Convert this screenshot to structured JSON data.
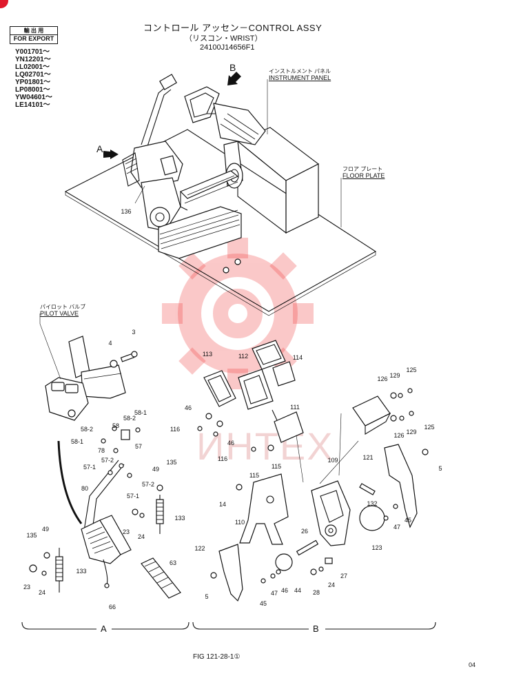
{
  "header": {
    "title": "コントロール アッセン－CONTROL ASSY",
    "subtitle": "（リスコン・WRIST）",
    "part_number": "24100J14656F1"
  },
  "stamp": {
    "jp": "輸 出 用",
    "en": "FOR EXPORT"
  },
  "serials": [
    "Y001701～",
    "YN12201～",
    "LL02001～",
    "LQ02701～",
    "YP01801～",
    "LP08001～",
    "YW04601～",
    "LE14101～"
  ],
  "labels": {
    "instrument_panel_jp": "インストルメント パネル",
    "instrument_panel_en": "INSTRUMENT PANEL",
    "floor_plate_jp": "フロア プレート",
    "floor_plate_en": "FLOOR PLATE",
    "pilot_valve_jp": "パイロット バルブ",
    "pilot_valve_en": "PILOT VALVE",
    "view_a": "A",
    "view_b": "B"
  },
  "sections": {
    "a": "A",
    "b": "B"
  },
  "parts": [
    {
      "id": "p136",
      "no": "136"
    },
    {
      "id": "p3",
      "no": "3"
    },
    {
      "id": "p4",
      "no": "4"
    },
    {
      "id": "p58_2a",
      "no": "58-2"
    },
    {
      "id": "p58",
      "no": "58"
    },
    {
      "id": "p58_1a",
      "no": "58-1"
    },
    {
      "id": "p58_2b",
      "no": "58-2"
    },
    {
      "id": "p78",
      "no": "78"
    },
    {
      "id": "p58_1b",
      "no": "58-1"
    },
    {
      "id": "p57",
      "no": "57"
    },
    {
      "id": "p57_2a",
      "no": "57-2"
    },
    {
      "id": "p57_1a",
      "no": "57-1"
    },
    {
      "id": "p57_2b",
      "no": "57-2"
    },
    {
      "id": "p57_1b",
      "no": "57-1"
    },
    {
      "id": "p49a",
      "no": "49"
    },
    {
      "id": "p135a",
      "no": "135"
    },
    {
      "id": "p80",
      "no": "80"
    },
    {
      "id": "p133a",
      "no": "133"
    },
    {
      "id": "p23a",
      "no": "23"
    },
    {
      "id": "p24a",
      "no": "24"
    },
    {
      "id": "p135b",
      "no": "135"
    },
    {
      "id": "p49b",
      "no": "49"
    },
    {
      "id": "p133b",
      "no": "133"
    },
    {
      "id": "p23b",
      "no": "23"
    },
    {
      "id": "p24b",
      "no": "24"
    },
    {
      "id": "p63",
      "no": "63"
    },
    {
      "id": "p66",
      "no": "66"
    },
    {
      "id": "p113",
      "no": "113"
    },
    {
      "id": "p112",
      "no": "112"
    },
    {
      "id": "p114",
      "no": "114"
    },
    {
      "id": "p46a",
      "no": "46"
    },
    {
      "id": "p116a",
      "no": "116"
    },
    {
      "id": "p46b",
      "no": "46"
    },
    {
      "id": "p116b",
      "no": "116"
    },
    {
      "id": "p111",
      "no": "111"
    },
    {
      "id": "p115a",
      "no": "115"
    },
    {
      "id": "p115b",
      "no": "115"
    },
    {
      "id": "p126a",
      "no": "126"
    },
    {
      "id": "p129a",
      "no": "129"
    },
    {
      "id": "p125a",
      "no": "125"
    },
    {
      "id": "p126b",
      "no": "126"
    },
    {
      "id": "p129b",
      "no": "129"
    },
    {
      "id": "p125b",
      "no": "125"
    },
    {
      "id": "p121",
      "no": "121"
    },
    {
      "id": "p5a",
      "no": "5"
    },
    {
      "id": "p109",
      "no": "109"
    },
    {
      "id": "p14",
      "no": "14"
    },
    {
      "id": "p110",
      "no": "110"
    },
    {
      "id": "p132",
      "no": "132"
    },
    {
      "id": "p45a",
      "no": "45"
    },
    {
      "id": "p47a",
      "no": "47"
    },
    {
      "id": "p123",
      "no": "123"
    },
    {
      "id": "p26",
      "no": "26"
    },
    {
      "id": "p122",
      "no": "122"
    },
    {
      "id": "p5b",
      "no": "5"
    },
    {
      "id": "p27",
      "no": "27"
    },
    {
      "id": "p24c",
      "no": "24"
    },
    {
      "id": "p28",
      "no": "28"
    },
    {
      "id": "p44",
      "no": "44"
    },
    {
      "id": "p46c",
      "no": "46"
    },
    {
      "id": "p47b",
      "no": "47"
    },
    {
      "id": "p45b",
      "no": "45"
    }
  ],
  "footer": {
    "figure": "FIG 121-28-1①",
    "page": "04"
  },
  "watermark": {
    "text": "ИНТЕХ",
    "color": "#f08080"
  },
  "colors": {
    "ink": "#111111",
    "corner_mark": "#e0192b"
  }
}
